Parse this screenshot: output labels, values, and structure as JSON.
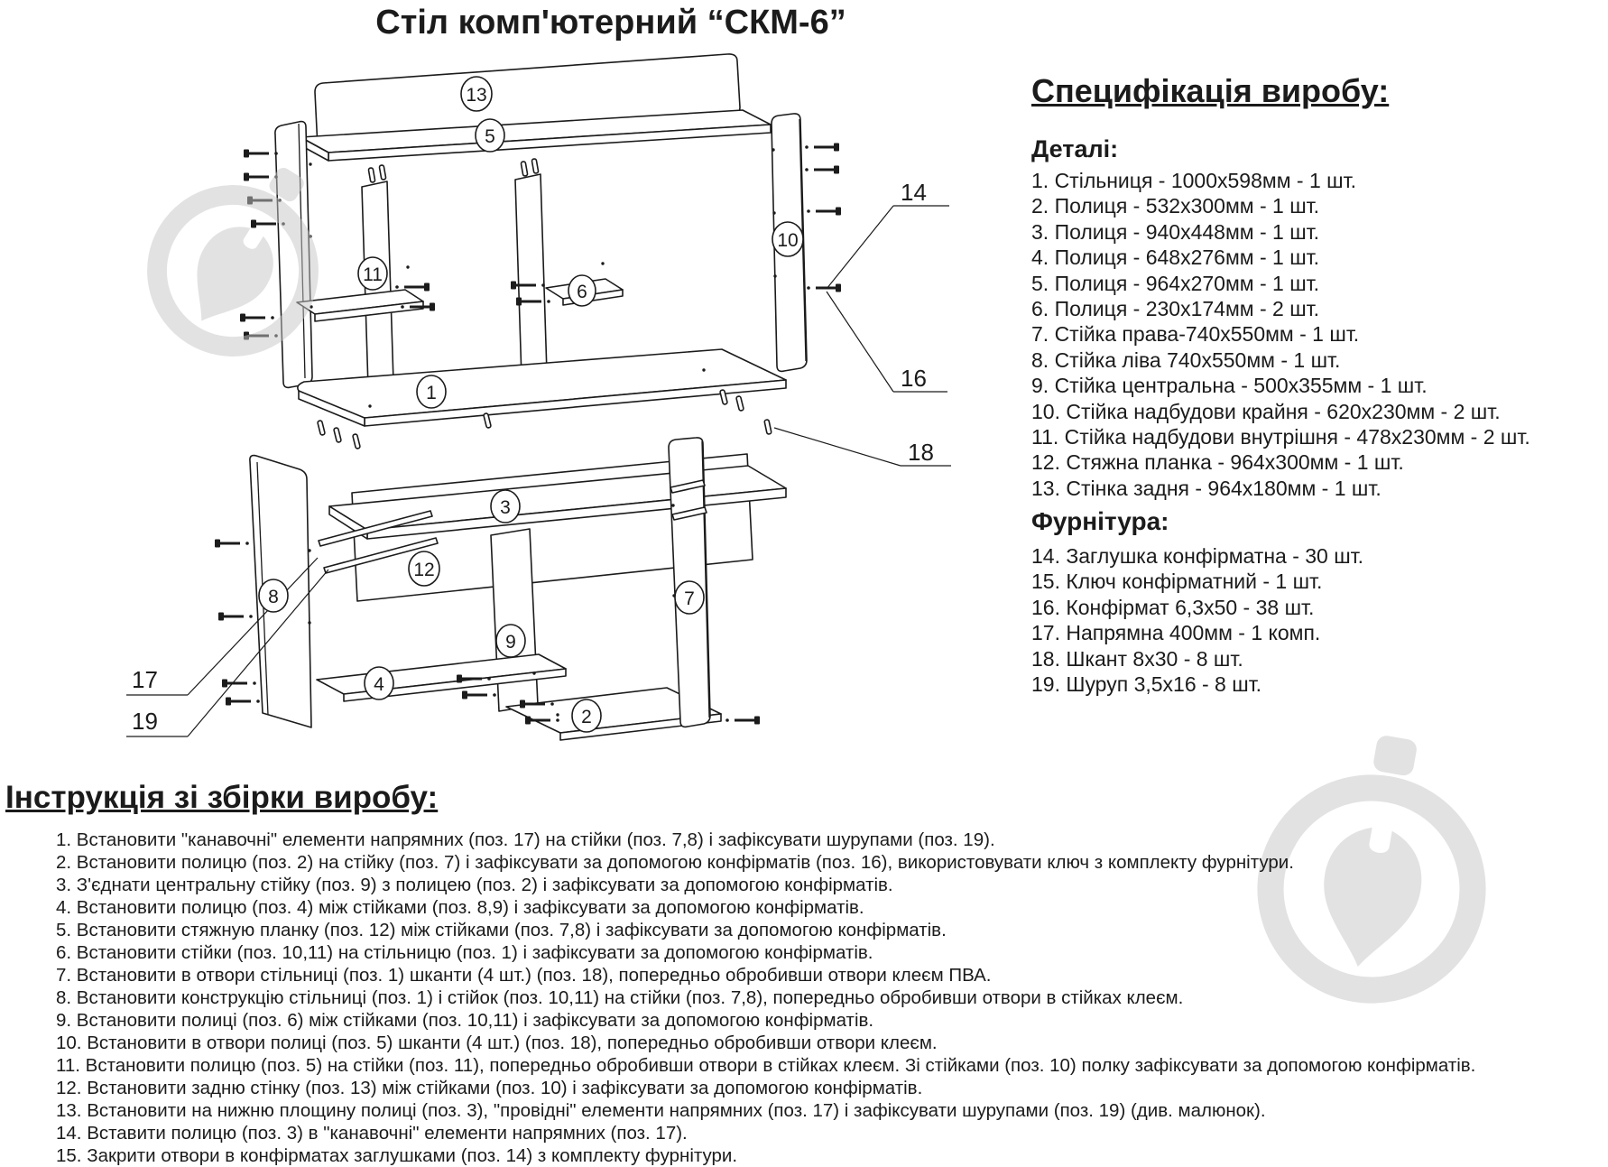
{
  "title": "Стіл комп'ютерний “СКМ-6”",
  "spec": {
    "heading": "Специфікація виробу:",
    "details_heading": "Деталі:",
    "details_items": [
      "1. Стільниця - 1000х598мм - 1 шт.",
      "2. Полиця - 532х300мм - 1 шт.",
      "3. Полиця - 940х448мм - 1 шт.",
      "4. Полиця - 648х276мм - 1 шт.",
      "5. Полиця - 964х270мм - 1 шт.",
      "6. Полиця - 230х174мм - 2 шт.",
      "7. Стійка права-740х550мм - 1 шт.",
      "8. Стійка ліва 740х550мм - 1 шт.",
      "9. Стійка центральна - 500х355мм - 1 шт.",
      "10. Стійка надбудови крайня - 620х230мм - 2 шт.",
      "11. Стійка надбудови внутрішня - 478х230мм - 2 шт.",
      "12. Стяжна планка - 964х300мм - 1 шт.",
      "13. Стінка задня - 964х180мм - 1 шт."
    ],
    "hardware_heading": "Фурнітура:",
    "hardware_items": [
      "14. Заглушка конфірматна - 30 шт.",
      "15. Ключ конфірматний - 1 шт.",
      "16. Конфірмат 6,3х50 - 38 шт.",
      "17. Напрямна 400мм - 1 комп.",
      "18. Шкант 8х30 - 8 шт.",
      "19. Шуруп 3,5х16 - 8 шт."
    ]
  },
  "instructions": {
    "heading": "Інструкція зі збірки виробу:",
    "steps": [
      "1. Встановити \"канавочні\" елементи напрямних (поз. 17) на стійки (поз. 7,8) і зафіксувати шурупами (поз. 19).",
      "2. Встановити полицю (поз. 2) на стійку (поз. 7) і зафіксувати за допомогою конфірматів (поз. 16), використовувати ключ з комплекту фурнітури.",
      "3. З'єднати центральну стійку (поз. 9) з полицею (поз. 2) і зафіксувати за допомогою конфірматів.",
      "4. Встановити полицю (поз. 4) між стійками (поз. 8,9) і зафіксувати за допомогою конфірматів.",
      "5. Встановити стяжную планку (поз. 12) між стійками (поз. 7,8) і зафіксувати за допомогою конфірматів.",
      "6. Встановити стійки (поз. 10,11) на стільницю (поз. 1) і зафіксувати за допомогою конфірматів.",
      "7. Встановити в отвори стільниці (поз. 1) шканти (4 шт.) (поз. 18), попередньо обробивши отвори клеєм ПВА.",
      "8. Встановити конструкцію стільниці (поз. 1) і стійок (поз. 10,11) на стійки (поз. 7,8), попередньо обробивши отвори в стійках клеєм.",
      "9. Встановити полиці (поз. 6) між стійками (поз. 10,11) і зафіксувати за допомогою конфірматів.",
      "10. Встановити в отвори полиці (поз. 5) шканти (4 шт.) (поз. 18), попередньо обробивши отвори клеєм.",
      "11. Встановити полицю (поз. 5) на стійки (поз. 11), попередньо обробивши отвори в стійках клеєм. Зі стійками (поз. 10) полку зафіксувати за допомогою конфірматів.",
      "12. Встановити задню стінку (поз. 13) між стійками (поз. 10) і зафіксувати за допомогою конфірматів.",
      "13. Встановити на нижню площину полиці (поз. 3), \"провідні\" елементи напрямних (поз. 17) і зафіксувати шурупами (поз. 19) (див. малюнок).",
      "14. Вставити полицю (поз. 3) в \"канавочні\" елементи напрямних (поз. 17).",
      "15. Закрити отвори в конфірматах заглушками (поз. 14) з комплекту фурнітури."
    ]
  },
  "diagram": {
    "balloons": {
      "n1": "1",
      "n2": "2",
      "n3": "3",
      "n4": "4",
      "n5": "5",
      "n6": "6",
      "n7": "7",
      "n8": "8",
      "n9": "9",
      "n10": "10",
      "n11": "11",
      "n12": "12",
      "n13": "13"
    },
    "callouts": {
      "n14": "14",
      "n16": "16",
      "n17": "17",
      "n18": "18",
      "n19": "19"
    }
  },
  "colors": {
    "line": "#1b1b1b",
    "watermark": "#c6c6c6"
  }
}
